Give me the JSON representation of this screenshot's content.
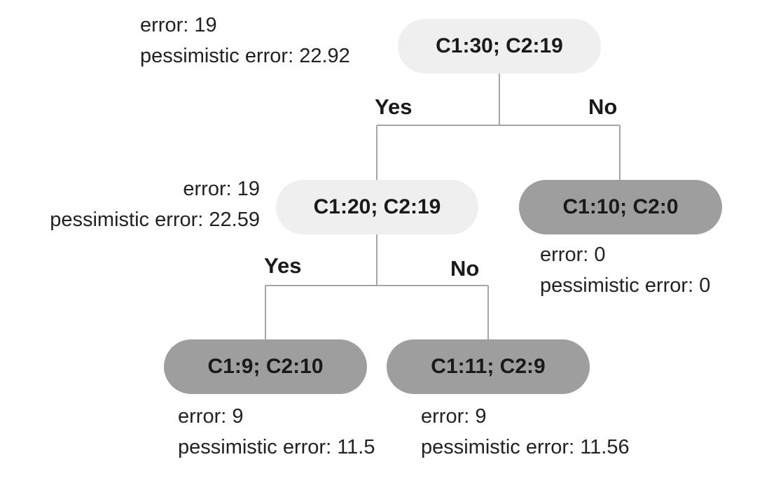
{
  "tree": {
    "root": {
      "label": "C1:30; C2:19",
      "error": "error: 19",
      "pessimistic_error": "pessimistic error: 22.92",
      "yes_label": "Yes",
      "no_label": "No"
    },
    "left": {
      "label": "C1:20; C2:19",
      "error": "error: 19",
      "pessimistic_error": "pessimistic error: 22.59",
      "yes_label": "Yes",
      "no_label": "No"
    },
    "right": {
      "label": "C1:10; C2:0",
      "error": "error: 0",
      "pessimistic_error": "pessimistic error: 0"
    },
    "left_left": {
      "label": "C1:9; C2:10",
      "error": "error: 9",
      "pessimistic_error": "pessimistic error: 11.5"
    },
    "left_right": {
      "label": "C1:11; C2:9",
      "error": "error: 9",
      "pessimistic_error": "pessimistic error: 11.56"
    }
  },
  "colors": {
    "internal_node": "#efefef",
    "leaf_node": "#9e9e9e",
    "edge": "#a6a6a6"
  }
}
